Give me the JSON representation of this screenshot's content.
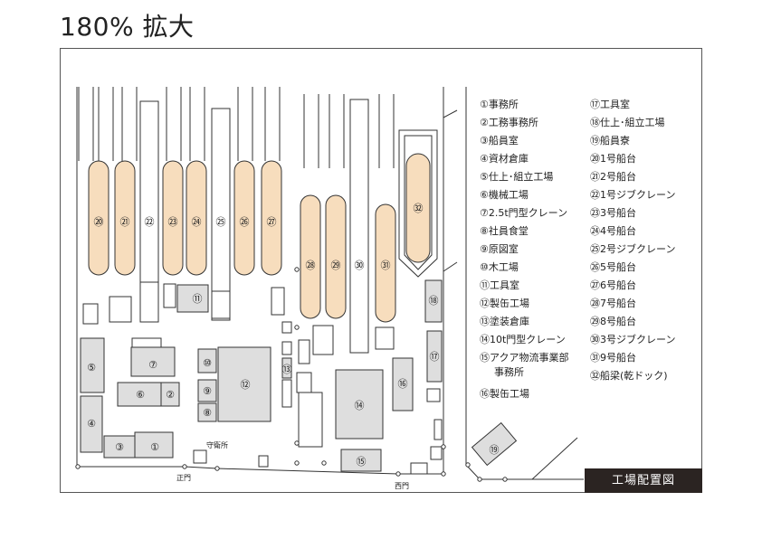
{
  "title": "180% 拡大",
  "legend_col1": [
    "①事務所",
    "②工務事務所",
    "③船員室",
    "④資材倉庫",
    "⑤仕上･組立工場",
    "⑥機械工場",
    "⑦2.5t門型クレーン",
    "⑧社員食堂",
    "⑨原図室",
    "⑩木工場",
    "⑪工具室",
    "⑫製缶工場",
    "⑬塗装倉庫",
    "⑭10t門型クレーン",
    "⑮アクア物流事業部",
    "事務所",
    "⑯製缶工場"
  ],
  "legend_col2": [
    "⑰工具室",
    "⑱仕上･組立工場",
    "⑲船員寮",
    "⑳1号船台",
    "㉑2号船台",
    "㉒1号ジブクレーン",
    "㉓3号船台",
    "㉔4号船台",
    "㉕2号ジブクレーン",
    "㉖5号船台",
    "㉗6号船台",
    "㉘7号船台",
    "㉙8号船台",
    "㉚3号ジブクレーン",
    "㉛9号船台",
    "㉜船梁(乾ドック)"
  ],
  "map": {
    "markers": [
      "①",
      "②",
      "③",
      "④",
      "⑤",
      "⑥",
      "⑦",
      "⑧",
      "⑨",
      "⑩",
      "⑪",
      "⑫",
      "⑬",
      "⑭",
      "⑮",
      "⑯",
      "⑰",
      "⑱",
      "⑲",
      "⑳",
      "㉑",
      "㉒",
      "㉓",
      "㉔",
      "㉕",
      "㉖",
      "㉗",
      "㉘",
      "㉙",
      "㉚",
      "㉛",
      "㉜"
    ],
    "labels": {
      "main_gate": "正門",
      "west_gate": "西門",
      "guard_house": "守衛所"
    }
  },
  "plate_label": "工場配置図",
  "colors": {
    "slipway_fill": "#f7ddbd",
    "building_fill": "#dedede",
    "outline": "#333333",
    "plate_bg": "#2b2422"
  }
}
